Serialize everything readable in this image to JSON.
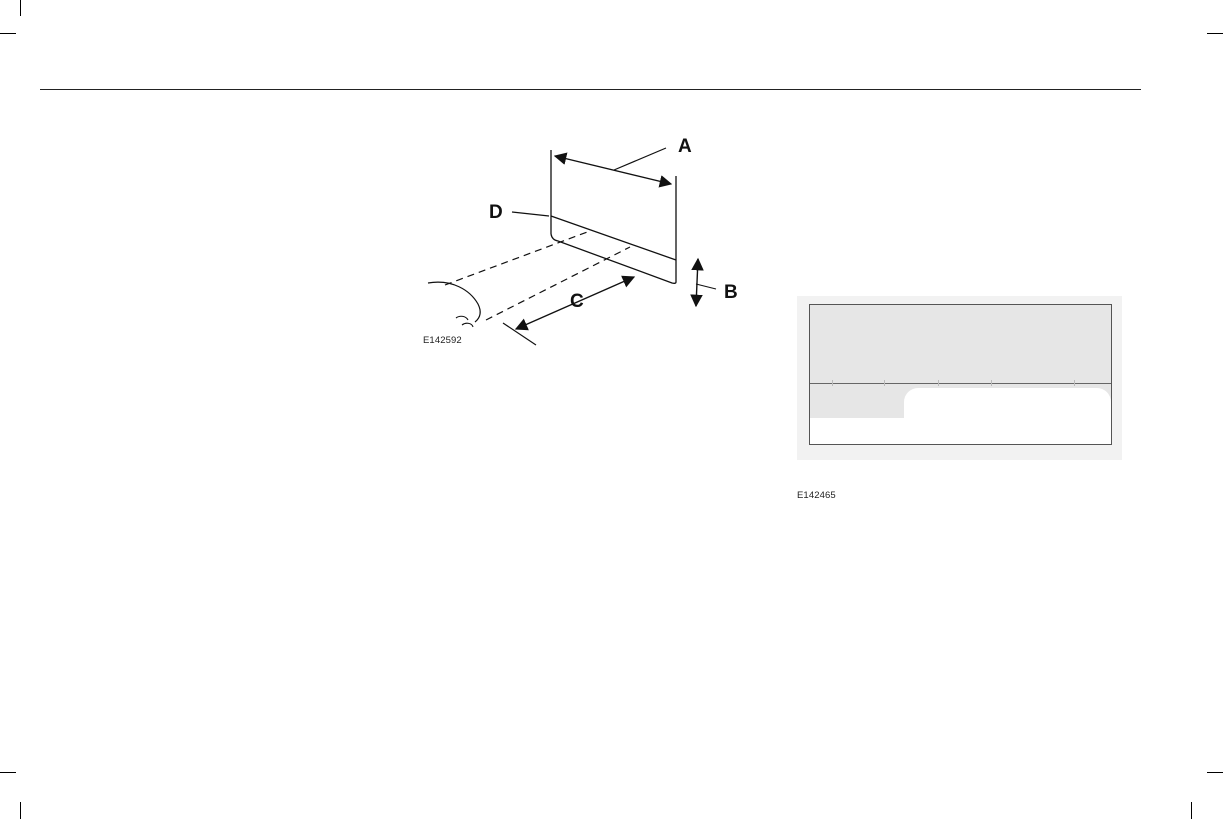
{
  "figure_left": {
    "id": "E142592",
    "callouts": {
      "a": "A",
      "b": "B",
      "c": "C",
      "d": "D"
    }
  },
  "figure_right": {
    "id": "E142465"
  }
}
